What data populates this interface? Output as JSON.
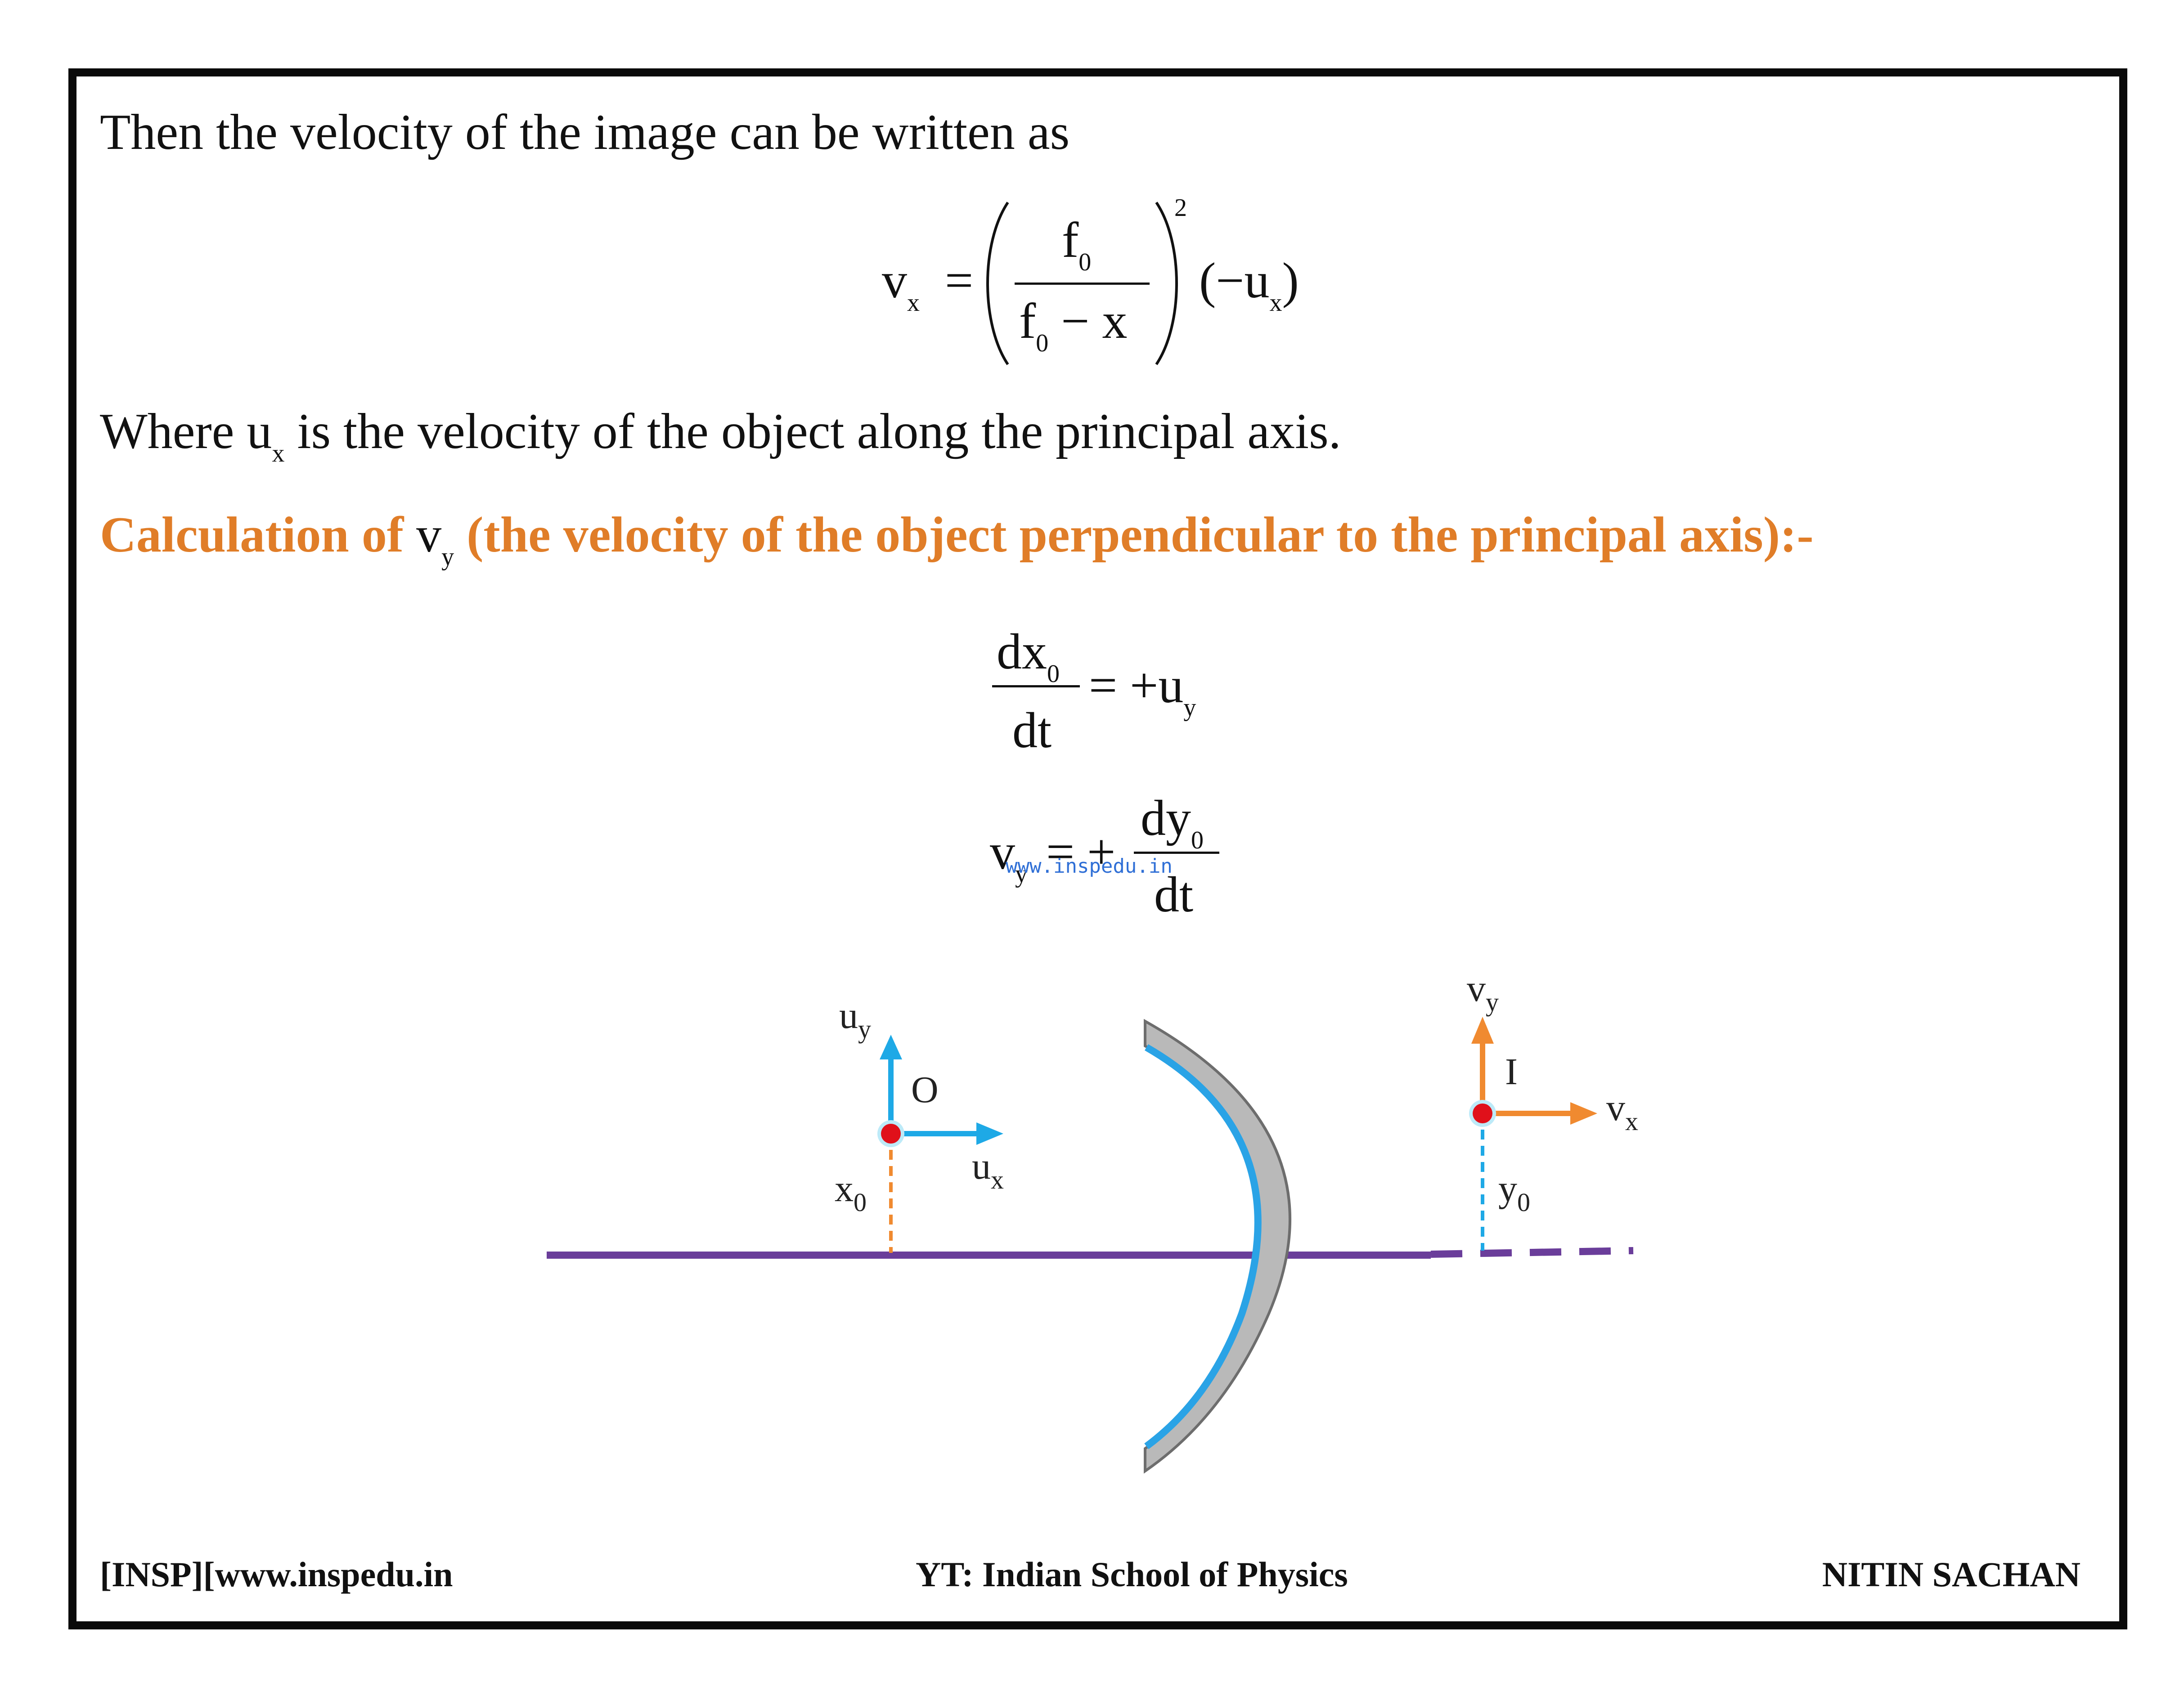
{
  "text": {
    "intro": "Then the velocity of the image can be written as",
    "where_prefix": "Where u",
    "where_sub": "x",
    "where_suffix": " is the velocity of the object along the principal axis.",
    "heading_prefix": "Calculation of ",
    "heading_var": "v",
    "heading_sub": "y",
    "heading_suffix": " (the velocity of the object perpendicular to the principal axis):-"
  },
  "eq1": {
    "lhs": "v",
    "lhs_sub": "x",
    "equals": "=",
    "num": "f",
    "num_sub": "0",
    "den_f": "f",
    "den_sub": "0",
    "den_rest": " − x",
    "power": "2",
    "rhs": "−u",
    "rhs_sub": "x"
  },
  "eq2": {
    "num": "dx",
    "num_sub": "0",
    "den": "dt",
    "rhs": "= +u",
    "rhs_sub": "y"
  },
  "eq3": {
    "lhs": "v",
    "lhs_sub": "y",
    "rhs_sign": "= +",
    "num": "dy",
    "num_sub": "0",
    "den": "dt"
  },
  "watermark": "www.inspedu.in",
  "diagram": {
    "object_label": "O",
    "image_label": "I",
    "uy": "u",
    "uy_sub": "y",
    "ux": "u",
    "ux_sub": "x",
    "x0": "x",
    "x0_sub": "0",
    "vy": "v",
    "vy_sub": "y",
    "vx": "v",
    "vx_sub": "x",
    "y0": "y",
    "y0_sub": "0",
    "colors": {
      "axis": "#6a3d9a",
      "object_arrow": "#1ea9e6",
      "image_arrow": "#f08a30",
      "point": "#e0101a",
      "x0_dash": "#f08a30",
      "y0_dash": "#1ea9e6",
      "mirror_blue": "#2aa3e6",
      "mirror_gray": "#9a9a9a"
    }
  },
  "footer": {
    "left": "[INSP][www.inspedu.in",
    "center": "YT: Indian School of Physics",
    "right": "NITIN SACHAN"
  },
  "colors": {
    "heading": "#e07d28",
    "border": "#0a0a0a",
    "text": "#111111"
  }
}
